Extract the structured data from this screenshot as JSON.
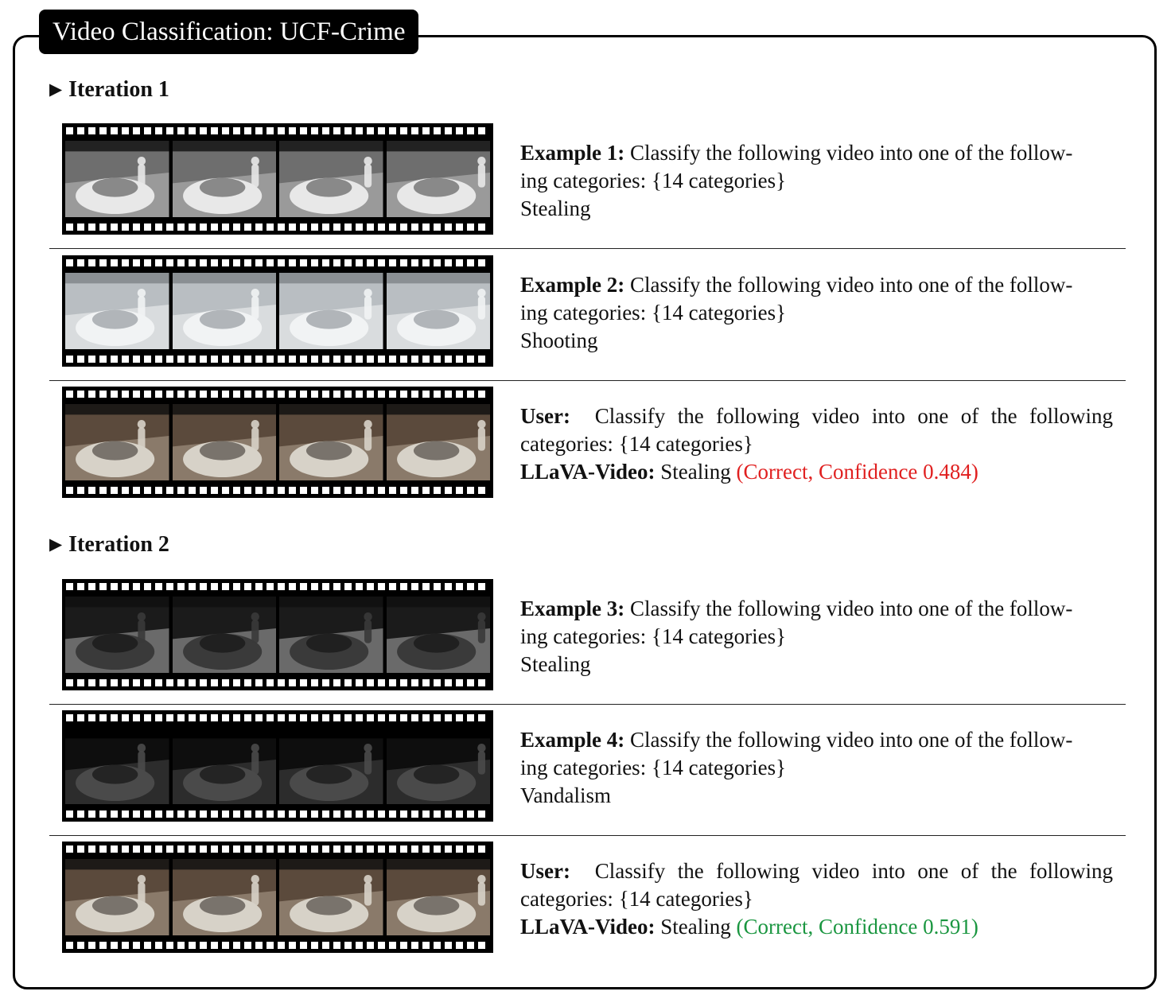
{
  "title": "Video Classification: UCF-Crime",
  "iterations": [
    {
      "heading": "Iteration 1",
      "rows": [
        {
          "kind": "example",
          "label": "Example 1:",
          "prompt_a": "Classify the following video into one of the follow-",
          "prompt_b": "ing categories: {14 categories}",
          "answer": "Stealing",
          "scene": "garage"
        },
        {
          "kind": "example",
          "label": "Example 2:",
          "prompt_a": "Classify the following video into one of the follow-",
          "prompt_b": "ing categories: {14 categories}",
          "answer": "Shooting",
          "scene": "bright"
        },
        {
          "kind": "query",
          "label": "User:",
          "prompt_a": "Classify the following video into one of the following",
          "prompt_b": "categories: {14 categories}",
          "model_label": "LLaVA-Video:",
          "answer": "Stealing",
          "verdict": "(Correct, Confidence 0.484)",
          "verdict_color": "#e02020",
          "scene": "warm"
        }
      ]
    },
    {
      "heading": "Iteration 2",
      "rows": [
        {
          "kind": "example",
          "label": "Example 3:",
          "prompt_a": "Classify the following video into one of the follow-",
          "prompt_b": "ing categories: {14 categories}",
          "answer": "Stealing",
          "scene": "night"
        },
        {
          "kind": "example",
          "label": "Example 4:",
          "prompt_a": "Classify the following video into one of the follow-",
          "prompt_b": "ing categories: {14 categories}",
          "answer": "Vandalism",
          "scene": "dark"
        },
        {
          "kind": "query",
          "label": "User:",
          "prompt_a": "Classify the following video into one of the following",
          "prompt_b": "categories: {14 categories}",
          "model_label": "LLaVA-Video:",
          "answer": "Stealing",
          "verdict": "(Correct, Confidence 0.591)",
          "verdict_color": "#1a9640",
          "scene": "warm"
        }
      ]
    }
  ]
}
